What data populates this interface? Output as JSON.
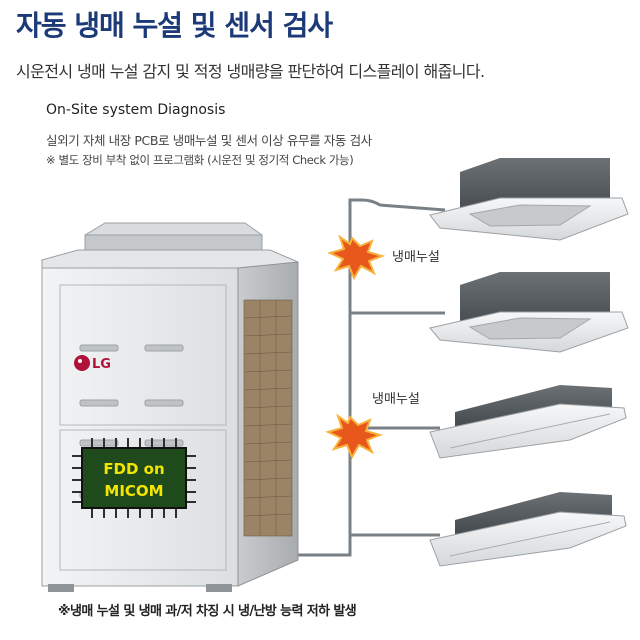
{
  "header": {
    "title": "자동 냉매 누설 및 센서 검사",
    "subtitle": "시운전시 냉매 누설 감지 및 적정 냉매량을 판단하여 디스플레이 해줍니다."
  },
  "diagnosis": {
    "title": "On-Site system Diagnosis",
    "line1": "실외기 자체 내장 PCB로 냉매누설 및 센서 이상 유무를 자동 검사",
    "line2": "※ 별도 장비 부착 없이 프로그램화 (시운전 및 정기적 Check 가능)"
  },
  "outdoor_unit": {
    "brand": "LG",
    "chip_line1": "FDD on",
    "chip_line2": "MICOM"
  },
  "labels": {
    "leak_1": "냉매누설",
    "leak_2": "냉매누설"
  },
  "footnote": "※냉매 누설 및 냉매 과/저 차징 시 냉/난방 능력 저하 발생",
  "colors": {
    "title": "#1d3a78",
    "pipe": "#7a8186",
    "chip_text": "#f2e600",
    "chip_bg": "#1f4a1c",
    "leak_burst": "#e8571c"
  }
}
